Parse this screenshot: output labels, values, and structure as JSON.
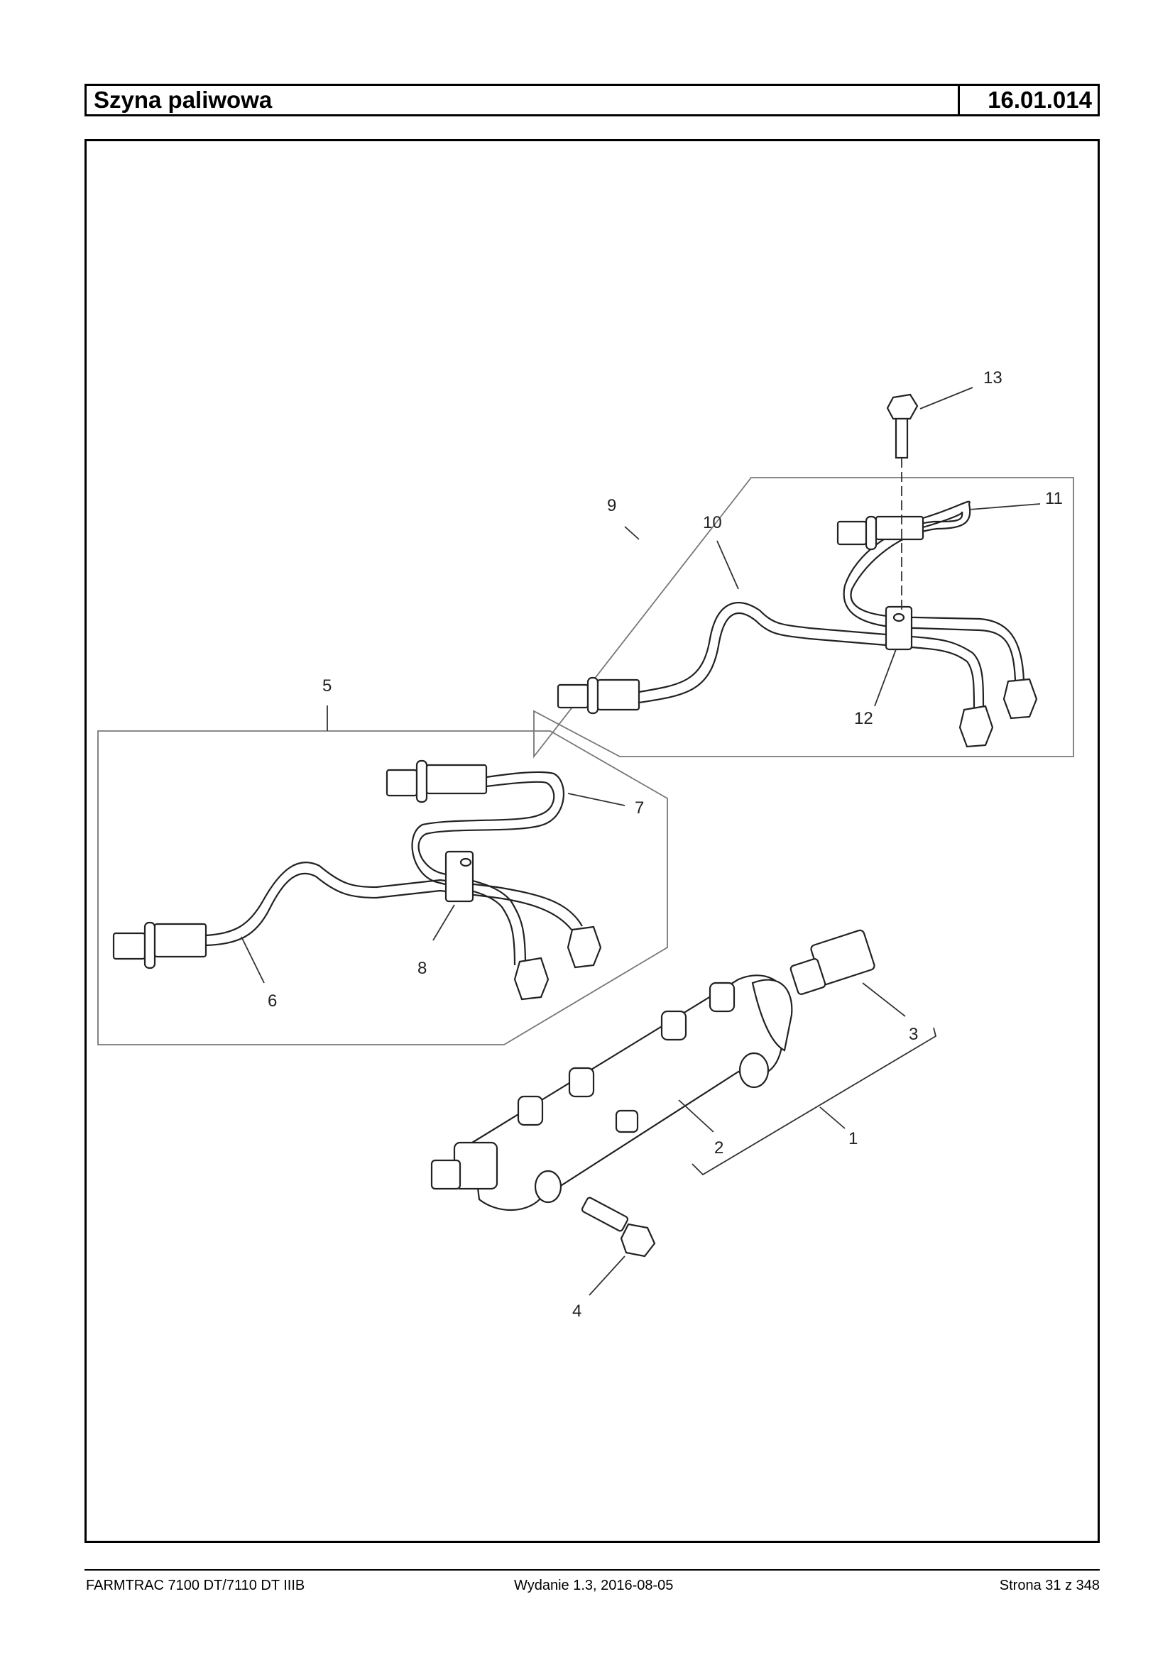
{
  "header": {
    "title": "Szyna paliwowa",
    "code": "16.01.014"
  },
  "figure": {
    "callouts": {
      "c1": "1",
      "c2": "2",
      "c3": "3",
      "c4": "4",
      "c5": "5",
      "c6": "6",
      "c7": "7",
      "c8": "8",
      "c9": "9",
      "c10": "10",
      "c11": "11",
      "c12": "12",
      "c13": "13"
    }
  },
  "footer": {
    "left": "FARMTRAC 7100 DT/7110 DT IIIB",
    "center": "Wydanie 1.3,  2016-08-05",
    "right": "Strona 31 z 348"
  }
}
